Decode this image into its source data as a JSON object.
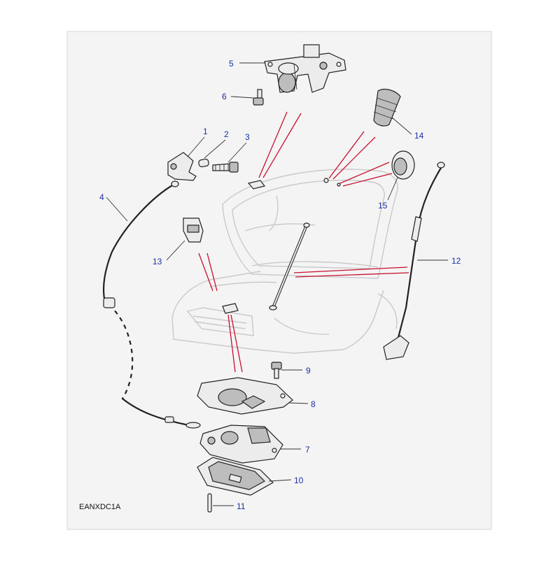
{
  "diagram": {
    "drawing_code": "EANXDC1A",
    "callouts": [
      {
        "id": "1",
        "label": "1"
      },
      {
        "id": "2",
        "label": "2"
      },
      {
        "id": "3",
        "label": "3"
      },
      {
        "id": "4",
        "label": "4"
      },
      {
        "id": "5",
        "label": "5"
      },
      {
        "id": "6",
        "label": "6"
      },
      {
        "id": "7",
        "label": "7"
      },
      {
        "id": "8",
        "label": "8"
      },
      {
        "id": "9",
        "label": "9"
      },
      {
        "id": "10",
        "label": "10"
      },
      {
        "id": "11",
        "label": "11"
      },
      {
        "id": "12",
        "label": "12"
      },
      {
        "id": "13",
        "label": "13"
      },
      {
        "id": "14",
        "label": "14"
      },
      {
        "id": "15",
        "label": "15"
      }
    ],
    "colors": {
      "background": "#ffffff",
      "frame_fill": "#f4f4f4",
      "callout_text": "#1a2fa8",
      "pointer_lines": "#c8102e",
      "ghost_outline": "#c9c9c9"
    }
  }
}
